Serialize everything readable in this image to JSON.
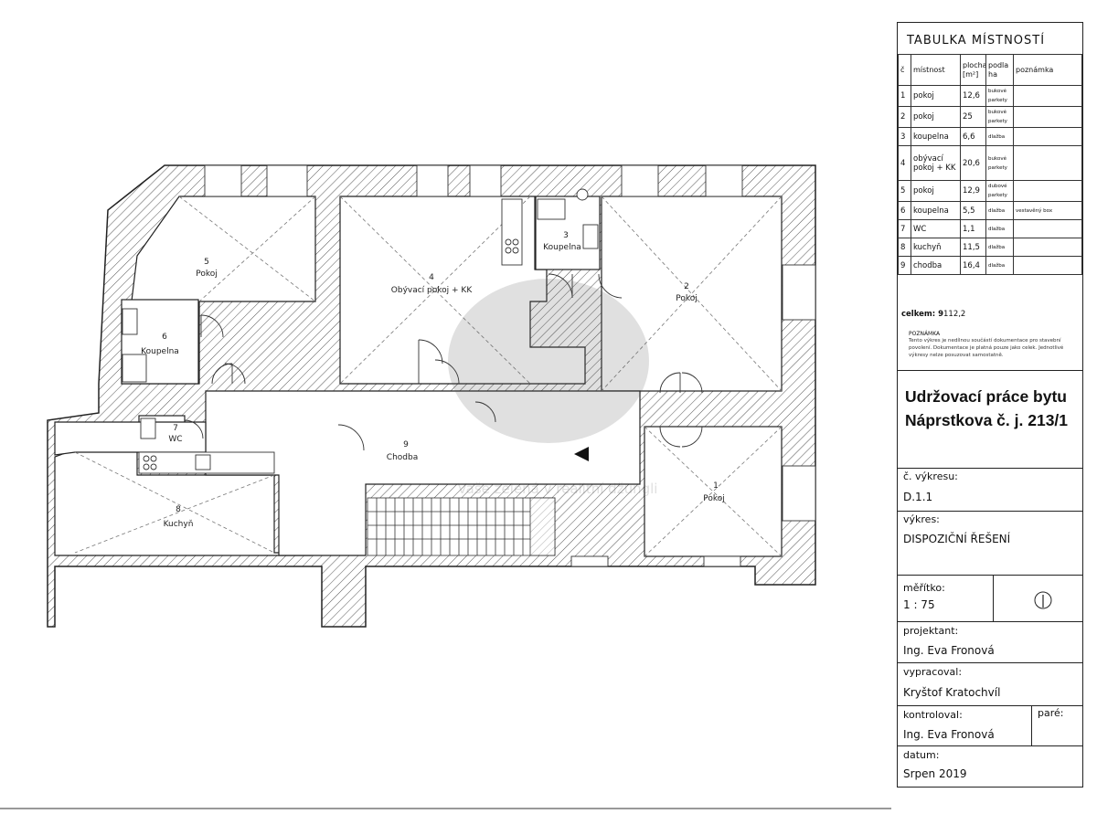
{
  "rooms_on_plan": [
    {
      "num": "5",
      "name": "Pokoj"
    },
    {
      "num": "4",
      "name": "Obývací pokoj + KK"
    },
    {
      "num": "3",
      "name": "Koupelna"
    },
    {
      "num": "2",
      "name": "Pokoj"
    },
    {
      "num": "6",
      "name": "Koupelna"
    },
    {
      "num": "7",
      "name": "WC"
    },
    {
      "num": "9",
      "name": "Chodba"
    },
    {
      "num": "1",
      "name": "Pokoj"
    },
    {
      "num": "8",
      "name": "Kuchyň"
    }
  ],
  "watermark": "Vaše zelená v realitní džungli",
  "table": {
    "title": "TABULKA MÍSTNOSTÍ",
    "headers": {
      "c": "č",
      "room": "místnost",
      "area": "plocha [m²]",
      "floor": "podla ha",
      "note": "poznámka"
    },
    "rows": [
      {
        "c": "1",
        "room": "pokoj",
        "area": "12,6",
        "floor": "bukové parkety",
        "note": ""
      },
      {
        "c": "2",
        "room": "pokoj",
        "area": "25",
        "floor": "bukové parkety",
        "note": ""
      },
      {
        "c": "3",
        "room": "koupelna",
        "area": "6,6",
        "floor": "dlažba",
        "note": ""
      },
      {
        "c": "4",
        "room": "obývací pokoj + KK",
        "area": "20,6",
        "floor": "bukové parkety",
        "note": ""
      },
      {
        "c": "5",
        "room": "pokoj",
        "area": "12,9",
        "floor": "dubové parkety",
        "note": ""
      },
      {
        "c": "6",
        "room": "koupelna",
        "area": "5,5",
        "floor": "dlažba",
        "note": "vestavěný box"
      },
      {
        "c": "7",
        "room": "WC",
        "area": "1,1",
        "floor": "dlažba",
        "note": ""
      },
      {
        "c": "8",
        "room": "kuchyň",
        "area": "11,5",
        "floor": "dlažba",
        "note": ""
      },
      {
        "c": "9",
        "room": "chodba",
        "area": "16,4",
        "floor": "dlažba",
        "note": ""
      }
    ],
    "total_label": "celkem: 9",
    "total_area": "112,2",
    "note_heading": "POZNÁMKA",
    "note_text": "Tento výkres je nedílnou součástí dokumentace pro stavební povolení. Dokumentace je platná pouze jako celek. Jednotlivé výkresy nelze posuzovat samostatně."
  },
  "title_block": {
    "project_title": "Udržovací práce bytu Náprstkova č. j. 213/1",
    "drawing_no_label": "č. výkresu:",
    "drawing_no": "D.1.1",
    "drawing_label": "výkres:",
    "drawing": "DISPOZIČNÍ ŘEŠENÍ",
    "scale_label": "měřítko:",
    "scale": "1 : 75",
    "designer_label": "projektant:",
    "designer": "Ing. Eva Fronová",
    "drafted_label": "vypracoval:",
    "drafted": "Kryštof Kratochvíl",
    "checked_label": "kontroloval:",
    "checked": "Ing. Eva Fronová",
    "copies_label": "paré:",
    "date_label": "datum:",
    "date": "Srpen 2019"
  }
}
